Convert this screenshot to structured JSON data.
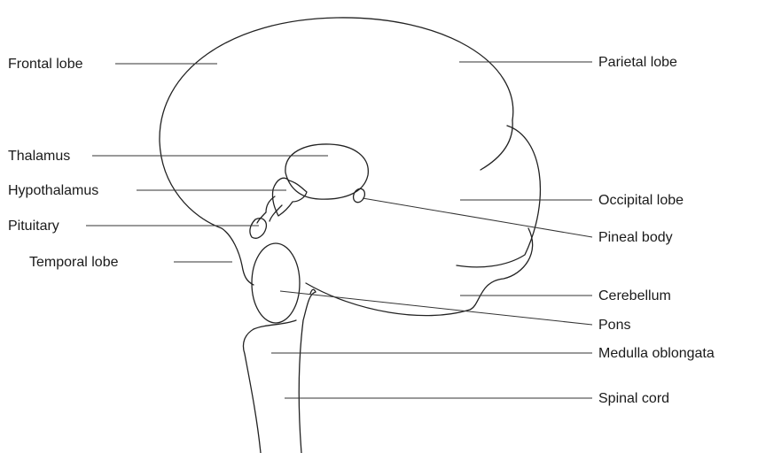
{
  "diagram": {
    "labels": {
      "frontal_lobe": "Frontal lobe",
      "parietal_lobe": "Parietal lobe",
      "thalamus": "Thalamus",
      "hypothalamus": "Hypothalamus",
      "pituitary": "Pituitary",
      "occipital_lobe": "Occipital lobe",
      "pineal_body": "Pineal body",
      "temporal_lobe": "Temporal lobe",
      "cerebellum": "Cerebellum",
      "pons": "Pons",
      "medulla_oblongata": "Medulla oblongata",
      "spinal_cord": "Spinal cord"
    },
    "colors": {
      "outline": "#222222",
      "text": "#1a1a1a",
      "background": "#ffffff"
    }
  }
}
